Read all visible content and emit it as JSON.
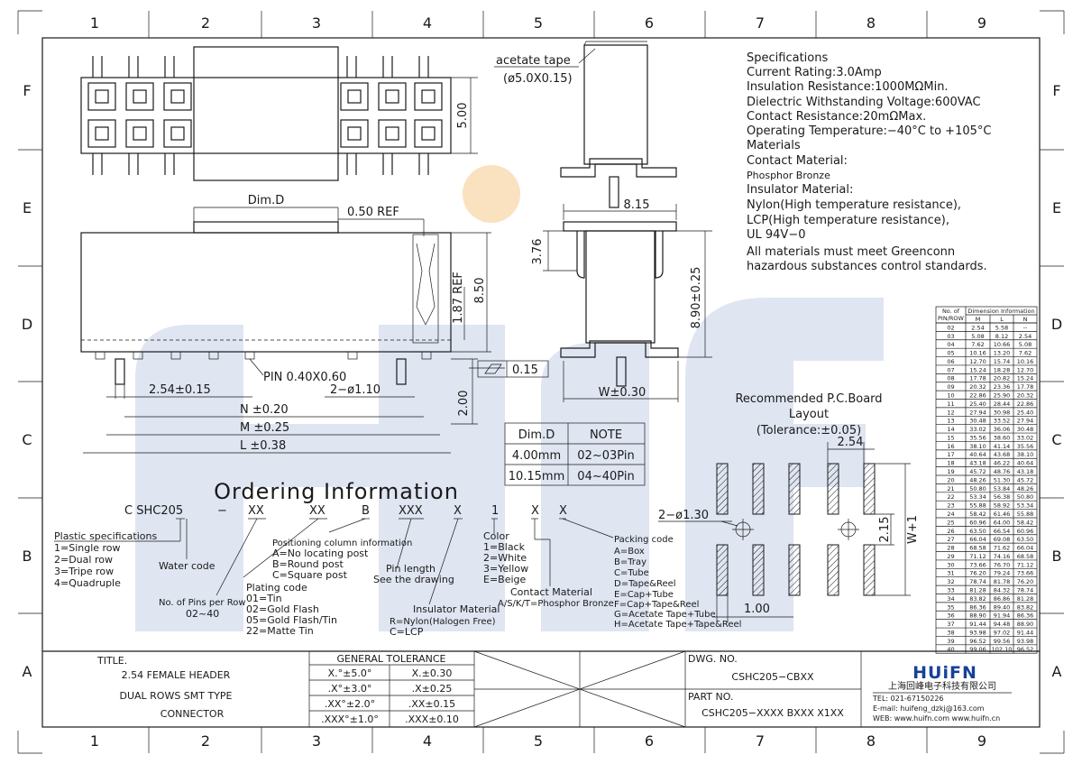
{
  "grid": {
    "columns": [
      "1",
      "2",
      "3",
      "4",
      "5",
      "6",
      "7",
      "8",
      "9"
    ],
    "rows": [
      "F",
      "E",
      "D",
      "C",
      "B",
      "A"
    ]
  },
  "views": {
    "dim_d": "Dim.D",
    "ref_050": "0.50 REF",
    "dim_500": "5.00",
    "dim_187": "1.87 REF",
    "dim_850": "8.50",
    "dim_200": "2.00",
    "pin": "PIN 0.40X0.60",
    "flatness": "0.15",
    "pitch": "2.54±0.15",
    "hole": "2−ø1.10",
    "dim_n": "N ±0.20",
    "dim_m": "M ±0.25",
    "dim_l": "L ±0.38",
    "acetate_tape": "acetate tape",
    "acetate_size": "(ø5.0X0.15)",
    "dim_815": "8.15",
    "dim_376": "3.76",
    "dim_890": "8.90±0.25",
    "dim_w": "W±0.30"
  },
  "dimd_table": {
    "headers": [
      "Dim.D",
      "NOTE"
    ],
    "rows": [
      [
        "4.00mm",
        "02~03Pin"
      ],
      [
        "10.15mm",
        "04~40Pin"
      ]
    ]
  },
  "specs": [
    "Specifications",
    "Current Rating:3.0Amp",
    "Insulation Resistance:1000MΩMin.",
    "Dielectric Withstanding Voltage:600VAC",
    "Contact Resistance:20mΩMax.",
    "Operating Temperature:−40°C to +105°C",
    "Materials",
    "Contact Material:",
    "Phosphor Bronze",
    "Insulator Material:",
    "Nylon(High temperature resistance),",
    "LCP(High temperature resistance),",
    "UL 94V−0",
    "All materials must meet Greenconn",
    "hazardous substances control standards."
  ],
  "pcb": {
    "title1": "Recommended P.C.Board",
    "title2": "Layout",
    "tolerance": "(Tolerance:±0.05)",
    "dim_254": "2.54",
    "hole": "2−ø1.30",
    "dim_215": "2.15",
    "dim_w1": "W+1",
    "dim_100": "1.00"
  },
  "ordering": {
    "title": "Ordering Information",
    "code": [
      "C SHC205",
      "−",
      "XX",
      "XX",
      "B",
      "XXX",
      "X",
      "1",
      "X",
      "X"
    ],
    "plastic": [
      "Plastic specifications",
      "1=Single row",
      "2=Dual row",
      "3=Tripe row",
      "4=Quadruple"
    ],
    "water": "Water code",
    "pins": [
      "No. of Pins per Row",
      "02~40"
    ],
    "plating": [
      "Plating code",
      "01=Tin",
      "02=Gold Flash",
      "05=Gold Flash/Tin",
      "22=Matte Tin"
    ],
    "positioning": [
      "Positioning column information",
      "A=No locating post",
      "B=Round post",
      "C=Square post"
    ],
    "pinlength": [
      "Pin length",
      "See the drawing"
    ],
    "insulator": [
      "Insulator Material",
      "R=Nylon(Halogen Free)",
      "C=LCP"
    ],
    "color": [
      "Color",
      "1=Black",
      "2=White",
      "3=Yellow",
      "E=Beige"
    ],
    "contact": [
      "Contact Material",
      "A/S/K/T=Phosphor Bronze"
    ],
    "packing": [
      "Packing code",
      "A=Box",
      "B=Tray",
      "C=Tube",
      "D=Tape&Reel",
      "E=Cap+Tube",
      "F=Cap+Tape&Reel",
      "G=Acetate Tape+Tube",
      "H=Acetate Tape+Tape&Reel"
    ]
  },
  "dim_table": {
    "head1": "No. of",
    "head2": "PIN/ROW",
    "group": "Dimension Information",
    "cols": [
      "M",
      "L",
      "N"
    ],
    "rows": [
      [
        "02",
        "2.54",
        "5.58",
        "--"
      ],
      [
        "03",
        "5.08",
        "8.12",
        "2.54"
      ],
      [
        "04",
        "7.62",
        "10.66",
        "5.08"
      ],
      [
        "05",
        "10.16",
        "13.20",
        "7.62"
      ],
      [
        "06",
        "12.70",
        "15.74",
        "10.16"
      ],
      [
        "07",
        "15.24",
        "18.28",
        "12.70"
      ],
      [
        "08",
        "17.78",
        "20.82",
        "15.24"
      ],
      [
        "09",
        "20.32",
        "23.36",
        "17.78"
      ],
      [
        "10",
        "22.86",
        "25.90",
        "20.32"
      ],
      [
        "11",
        "25.40",
        "28.44",
        "22.86"
      ],
      [
        "12",
        "27.94",
        "30.98",
        "25.40"
      ],
      [
        "13",
        "30.48",
        "33.52",
        "27.94"
      ],
      [
        "14",
        "33.02",
        "36.06",
        "30.48"
      ],
      [
        "15",
        "35.56",
        "38.60",
        "33.02"
      ],
      [
        "16",
        "38.10",
        "41.14",
        "35.56"
      ],
      [
        "17",
        "40.64",
        "43.68",
        "38.10"
      ],
      [
        "18",
        "43.18",
        "46.22",
        "40.64"
      ],
      [
        "19",
        "45.72",
        "48.76",
        "43.18"
      ],
      [
        "20",
        "48.26",
        "51.30",
        "45.72"
      ],
      [
        "21",
        "50.80",
        "53.84",
        "48.26"
      ],
      [
        "22",
        "53.34",
        "56.38",
        "50.80"
      ],
      [
        "23",
        "55.88",
        "58.92",
        "53.34"
      ],
      [
        "24",
        "58.42",
        "61.46",
        "55.88"
      ],
      [
        "25",
        "60.96",
        "64.00",
        "58.42"
      ],
      [
        "26",
        "63.50",
        "66.54",
        "60.96"
      ],
      [
        "27",
        "66.04",
        "69.08",
        "63.50"
      ],
      [
        "28",
        "68.58",
        "71.62",
        "66.04"
      ],
      [
        "29",
        "71.12",
        "74.16",
        "68.58"
      ],
      [
        "30",
        "73.66",
        "76.70",
        "71.12"
      ],
      [
        "31",
        "76.20",
        "79.24",
        "73.66"
      ],
      [
        "32",
        "78.74",
        "81.78",
        "76.20"
      ],
      [
        "33",
        "81.28",
        "84.32",
        "78.74"
      ],
      [
        "34",
        "83.82",
        "86.86",
        "81.28"
      ],
      [
        "35",
        "86.36",
        "89.40",
        "83.82"
      ],
      [
        "36",
        "88.90",
        "91.94",
        "86.36"
      ],
      [
        "37",
        "91.44",
        "94.48",
        "88.90"
      ],
      [
        "38",
        "93.98",
        "97.02",
        "91.44"
      ],
      [
        "39",
        "96.52",
        "99.56",
        "93.98"
      ],
      [
        "40",
        "99.06",
        "102.10",
        "96.52"
      ]
    ]
  },
  "title_block": {
    "label": "TITLE.",
    "lines": [
      "2.54 FEMALE HEADER",
      "DUAL ROWS SMT TYPE",
      "CONNECTOR"
    ],
    "tolerance_title": "GENERAL TOLERANCE",
    "tolerance_rows": [
      [
        "X.°±5.0°",
        "X.±0.30"
      ],
      [
        ".X°±3.0°",
        ".X±0.25"
      ],
      [
        ".XX°±2.0°",
        ".XX±0.15"
      ],
      [
        ".XXX°±1.0°",
        ".XXX±0.10"
      ]
    ],
    "dwg_label": "DWG. NO.",
    "dwg_no": "CSHC205−CBXX",
    "part_label": "PART NO.",
    "part_no": "CSHC205−XXXX BXXX X1XX"
  },
  "company": {
    "logo": "HUiFN",
    "name": "上海回峰电子科技有限公司",
    "tel": "TEL: 021-67150226",
    "email": "E-mail: huifeng_dzkj@163.com",
    "web": "WEB: www.huifn.com  www.huifn.cn"
  },
  "colors": {
    "line": "#1a1a1a",
    "watermark_blue": "#c5d0e6",
    "watermark_orange": "#f6c98a"
  }
}
